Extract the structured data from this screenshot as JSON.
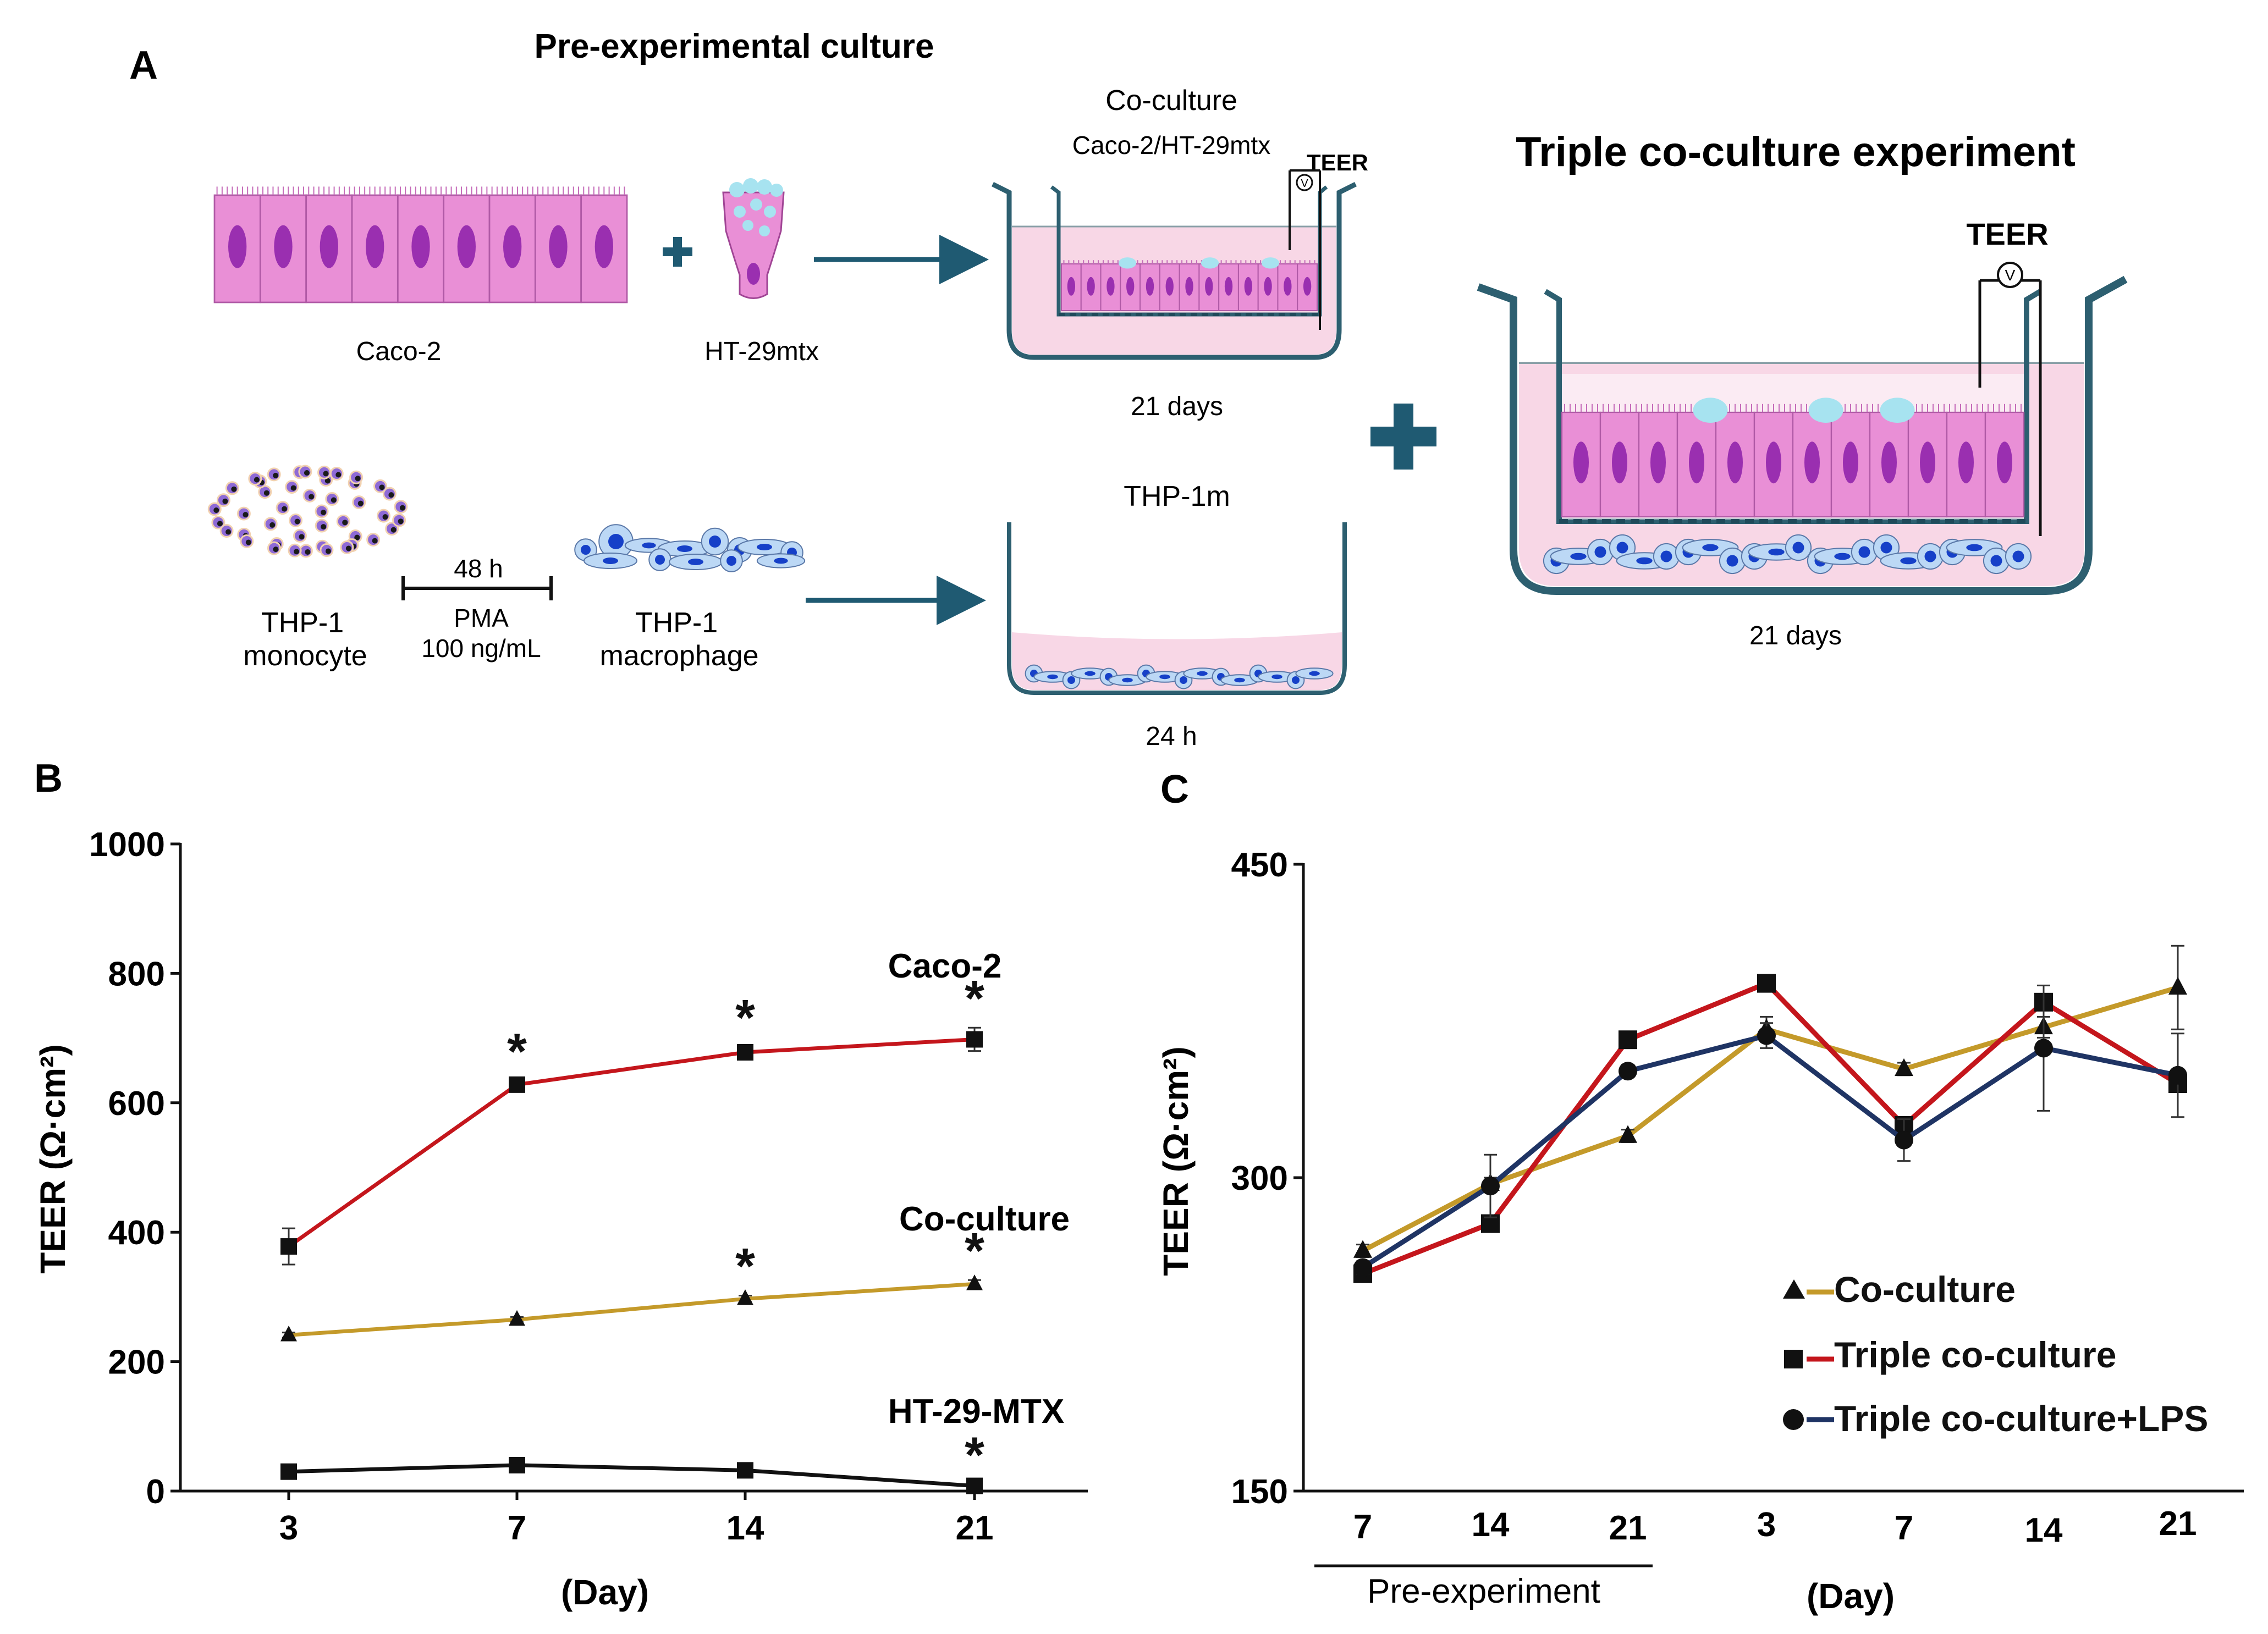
{
  "panel_a": {
    "label": "A",
    "title": "Pre-experimental culture",
    "caco2": "Caco-2",
    "ht29": "HT-29mtx",
    "coculture_title": "Co-culture",
    "coculture_subtitle": "Caco-2/HT-29mtx",
    "teer_small": "TEER",
    "days21_top": "21 days",
    "thp1m_title": "THP-1m",
    "time_24h": "24 h",
    "thp1_monocyte_1": "THP-1",
    "thp1_monocyte_2": "monocyte",
    "pma_time": "48 h",
    "pma_1": "PMA",
    "pma_2": "100 ng/mL",
    "thp1_macrophage_1": "THP-1",
    "thp1_macrophage_2": "macrophage",
    "triple_title": "Triple co-culture experiment",
    "teer_big": "TEER",
    "days21_triple": "21 days",
    "voltmeter_symbol": "V"
  },
  "panel_b": {
    "label": "B",
    "xlabel": "(Day)",
    "ylabel": "TEER (Ω·cm²)",
    "ytick_labels": [
      "0",
      "200",
      "400",
      "600",
      "800",
      "1000"
    ],
    "label_caco2": "Caco-2",
    "label_coculture": "Co-culture",
    "label_ht29": "HT-29-MTX",
    "significance_mark": "*"
  },
  "panel_c": {
    "label": "C",
    "xlabel": "(Day)",
    "ylabel": "TEER (Ω·cm²)",
    "ytick_labels": [
      "150",
      "300",
      "450"
    ],
    "pre_experiment_label": "Pre-experiment",
    "legend": [
      "Co-culture",
      "Triple co-culture",
      "Triple co-culture+LPS"
    ]
  },
  "colors": {
    "red": "#c4161c",
    "gold": "#c49a2a",
    "navy": "#1f3464",
    "black": "#111111",
    "teal_arrow": "#1f5a72",
    "well": "#2d5f70",
    "medium": "#f8d7e6",
    "cell_pink": "#e98fd6",
    "nucleus": "#9a2fb0",
    "mucus": "#a7e3f0",
    "macrophage": "#bcd8f5",
    "macrophage_nucleus": "#1640c8"
  },
  "chart_data": [
    {
      "type": "line",
      "panel": "B",
      "categories": [
        "3",
        "7",
        "14",
        "21"
      ],
      "ylim": [
        0,
        1000
      ],
      "xlabel": "(Day)",
      "ylabel": "TEER (Ω·cm²)",
      "series": [
        {
          "name": "Caco-2",
          "marker": "square",
          "color": "#c4161c",
          "values": [
            378,
            628,
            678,
            698
          ],
          "errors": [
            28,
            6,
            8,
            18
          ],
          "significant": [
            false,
            true,
            true,
            true
          ]
        },
        {
          "name": "Co-culture",
          "marker": "triangle",
          "color": "#c49a2a",
          "values": [
            241,
            265,
            297,
            320
          ],
          "errors": [
            4,
            4,
            5,
            6
          ],
          "significant": [
            false,
            false,
            true,
            true
          ]
        },
        {
          "name": "HT-29-MTX",
          "marker": "square",
          "color": "#111111",
          "values": [
            30,
            40,
            32,
            8
          ],
          "errors": [
            3,
            3,
            3,
            2
          ],
          "significant": [
            false,
            false,
            false,
            true
          ]
        }
      ]
    },
    {
      "type": "line",
      "panel": "C",
      "categories": [
        "7",
        "14",
        "21",
        "3",
        "7",
        "14",
        "21"
      ],
      "ylim": [
        150,
        450
      ],
      "xlabel": "(Day)",
      "ylabel": "TEER (Ω·cm²)",
      "legend_position": "bottom-right",
      "series": [
        {
          "name": "Co-culture",
          "marker": "triangle",
          "color": "#c49a2a",
          "values": [
            265,
            297,
            320,
            371,
            352,
            372,
            391
          ],
          "errors": [
            3,
            3,
            3,
            6,
            3,
            5,
            20
          ]
        },
        {
          "name": "Triple co-culture",
          "marker": "square",
          "color": "#c4161c",
          "values": [
            254,
            278,
            366,
            393,
            325,
            384,
            345
          ],
          "errors": [
            3,
            3,
            3,
            3,
            4,
            3,
            4
          ]
        },
        {
          "name": "Triple co-culture+LPS",
          "marker": "circle",
          "color": "#1f3464",
          "values": [
            257,
            296,
            351,
            368,
            318,
            362,
            349
          ],
          "errors": [
            3,
            15,
            3,
            6,
            10,
            30,
            20
          ]
        }
      ]
    }
  ]
}
